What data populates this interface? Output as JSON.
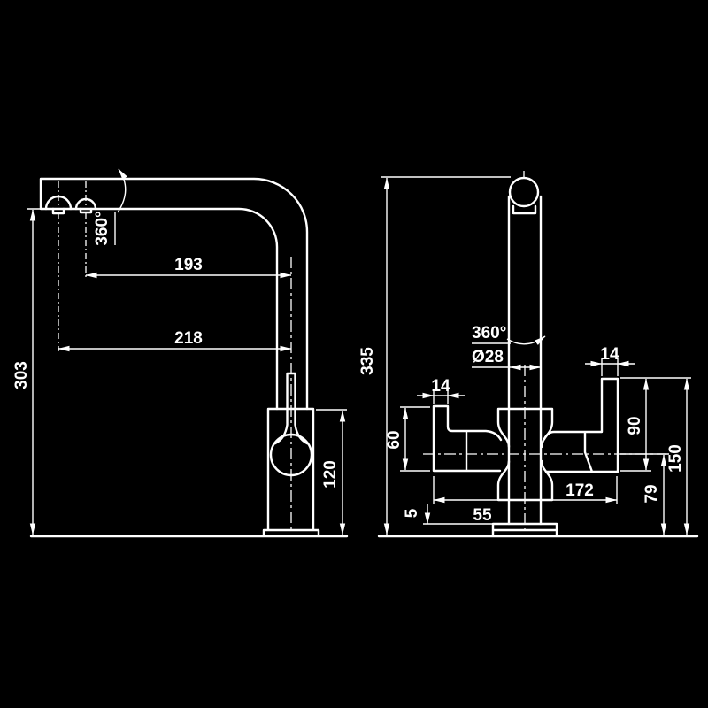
{
  "drawing": {
    "type": "faucet-technical-drawing",
    "colors": {
      "background": "#000000",
      "line": "#ffffff"
    },
    "side_view": {
      "dimensions": {
        "spout_reach_inner": "193",
        "spout_reach_outer": "218",
        "height_to_aerator": "303",
        "body_height": "120",
        "swivel_angle": "360°"
      }
    },
    "front_view": {
      "dimensions": {
        "total_height": "335",
        "swivel_angle": "360°",
        "column_diameter": "Ø28",
        "left_handle_width": "14",
        "right_handle_width": "14",
        "left_handle_height": "60",
        "right_handle_height": "90",
        "right_handle_top_height": "150",
        "handle_axis_height": "79",
        "handle_span": "172",
        "base_width": "55",
        "base_plate_height": "5"
      }
    }
  }
}
